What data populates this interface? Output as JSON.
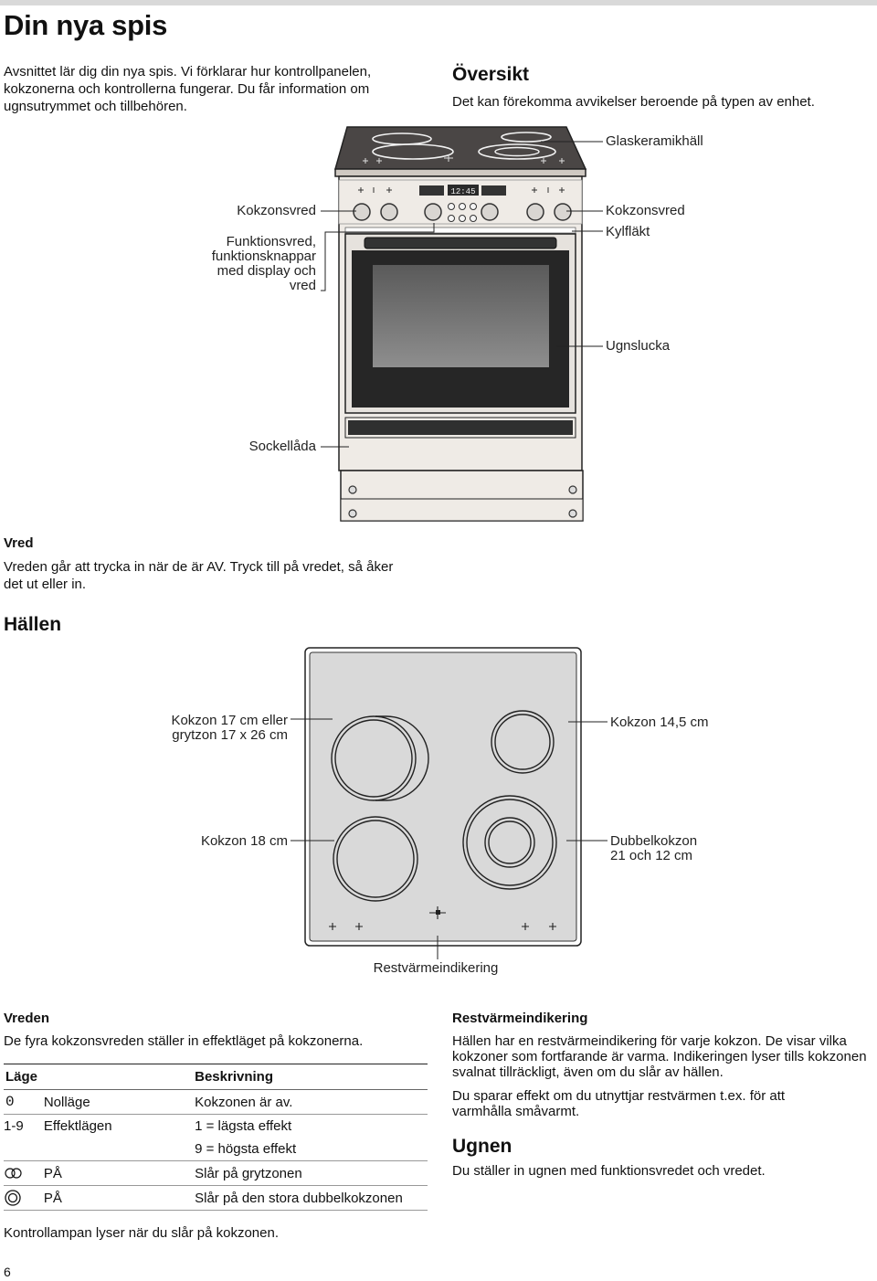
{
  "page": {
    "title": "Din nya spis",
    "intro": "Avsnittet lär dig din nya spis. Vi förklarar hur kontrollpanelen, kokzonerna och kontrollerna fungerar. Du får information om ugnsutrymmet och tillbehören.",
    "page_number": "6"
  },
  "overview": {
    "heading": "Översikt",
    "subtitle": "Det kan förekomma avvikelser beroende på typen av enhet.",
    "display_time": "12:45",
    "labels": {
      "glaskeramikhall": "Glaskeramikhäll",
      "kokzonsvred_left": "Kokzonsvred",
      "funktionsvred": "Funktionsvred,\nfunktionsknappar\nmed display och\nvred",
      "kokzonsvred_right": "Kokzonsvred",
      "kylflakt": "Kylfläkt",
      "ugnslucka": "Ugnslucka",
      "sockellada": "Sockellåda"
    }
  },
  "vred_section": {
    "heading": "Vred",
    "text": "Vreden går att trycka in när de är AV. Tryck till på vredet, så åker det ut eller in."
  },
  "hob": {
    "heading": "Hällen",
    "labels": {
      "zone_17": "Kokzon 17 cm eller\ngrytzon 17 x 26 cm",
      "zone_145": "Kokzon 14,5 cm",
      "zone_18": "Kokzon 18 cm",
      "zone_dual": "Dubbelkokzon\n21 och 12 cm",
      "residual": "Restvärmeindikering"
    }
  },
  "knobs": {
    "heading": "Vreden",
    "text": "De fyra kokzonsvreden ställer in effektläget på kokzonerna.",
    "table": {
      "headers": [
        "Läge",
        "Beskrivning"
      ],
      "rows": [
        {
          "symbol": "0",
          "mode": "Nolläge",
          "desc": "Kokzonen är av."
        },
        {
          "symbol": "1-9",
          "mode": "Effektlägen",
          "desc": "1 = lägsta effekt"
        },
        {
          "symbol": "",
          "mode": "",
          "desc": "9 = högsta effekt"
        },
        {
          "symbol": "roaster-zone-icon",
          "mode": "PÅ",
          "desc": "Slår på grytzonen"
        },
        {
          "symbol": "dual-zone-icon",
          "mode": "PÅ",
          "desc": "Slår på den stora dubbelkokzonen"
        }
      ]
    },
    "footer": "Kontrollampan lyser när du slår på kokzonen."
  },
  "residual_heat": {
    "heading": "Restvärmeindikering",
    "text1": "Hällen har en restvärmeindikering för varje kokzon. De visar vilka kokzoner som fortfarande är varma. Indikeringen lyser tills kokzonen svalnat tillräckligt, även om du slår av hällen.",
    "text2": "Du sparar effekt om du utnyttjar restvärmen t.ex. för att varmhålla småvarmt."
  },
  "oven": {
    "heading": "Ugnen",
    "text": "Du ställer in ugnen med funktionsvredet och vredet."
  }
}
